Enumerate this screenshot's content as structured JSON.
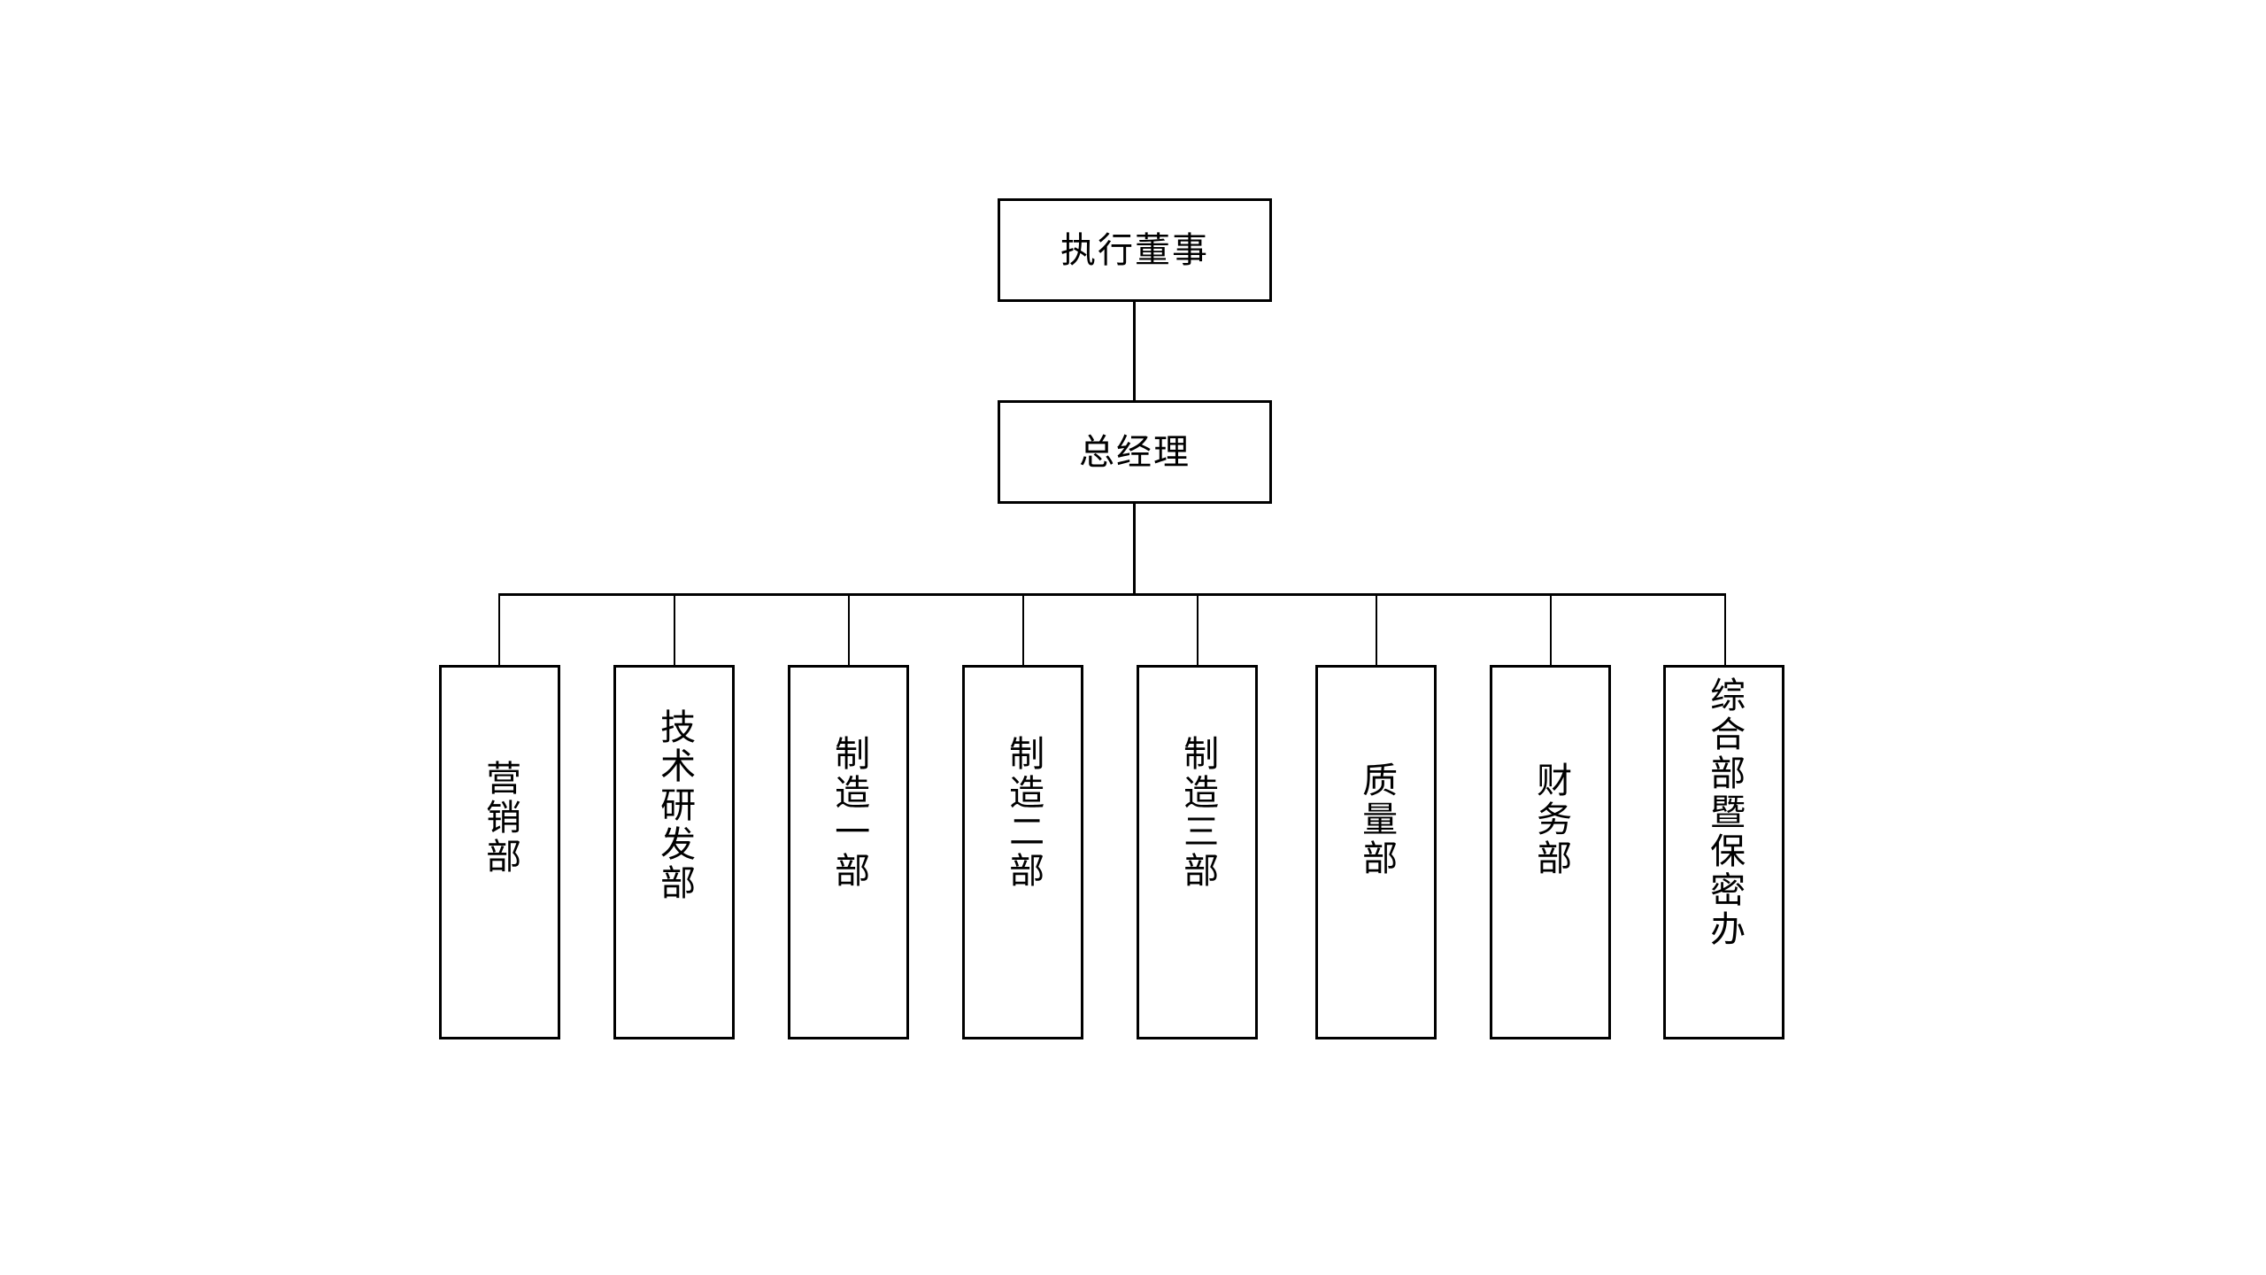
{
  "chart_data": {
    "type": "diagram",
    "diagram_kind": "organization-chart",
    "orientation": "top-down",
    "title": "",
    "colors": {
      "background": "#ffffff",
      "box_fill": "#ffffff",
      "box_border": "#000000",
      "connector": "#000000",
      "text": "#000000"
    },
    "levels": [
      {
        "level": 1,
        "nodes": [
          "exec_director"
        ]
      },
      {
        "level": 2,
        "nodes": [
          "general_manager"
        ]
      },
      {
        "level": 3,
        "nodes": [
          "dept_0",
          "dept_1",
          "dept_2",
          "dept_3",
          "dept_4",
          "dept_5",
          "dept_6",
          "dept_7"
        ]
      }
    ],
    "edges": [
      {
        "from": "exec_director",
        "to": "general_manager"
      },
      {
        "from": "general_manager",
        "to": "dept_0"
      },
      {
        "from": "general_manager",
        "to": "dept_1"
      },
      {
        "from": "general_manager",
        "to": "dept_2"
      },
      {
        "from": "general_manager",
        "to": "dept_3"
      },
      {
        "from": "general_manager",
        "to": "dept_4"
      },
      {
        "from": "general_manager",
        "to": "dept_5"
      },
      {
        "from": "general_manager",
        "to": "dept_6"
      },
      {
        "from": "general_manager",
        "to": "dept_7"
      }
    ]
  },
  "org": {
    "executive_director": {
      "id": "exec_director",
      "label": "执行董事",
      "text_direction": "horizontal"
    },
    "general_manager": {
      "id": "general_manager",
      "label": "总经理",
      "text_direction": "horizontal"
    },
    "departments": [
      {
        "id": "dept_0",
        "label": "营销部",
        "text_direction": "vertical"
      },
      {
        "id": "dept_1",
        "label": "技术研发部",
        "text_direction": "vertical"
      },
      {
        "id": "dept_2",
        "label": "制造一部",
        "text_direction": "vertical"
      },
      {
        "id": "dept_3",
        "label": "制造二部",
        "text_direction": "vertical"
      },
      {
        "id": "dept_4",
        "label": "制造三部",
        "text_direction": "vertical"
      },
      {
        "id": "dept_5",
        "label": "质量部",
        "text_direction": "vertical"
      },
      {
        "id": "dept_6",
        "label": "财务部",
        "text_direction": "vertical"
      },
      {
        "id": "dept_7",
        "label": "综合部暨保密办",
        "text_direction": "vertical"
      }
    ]
  }
}
